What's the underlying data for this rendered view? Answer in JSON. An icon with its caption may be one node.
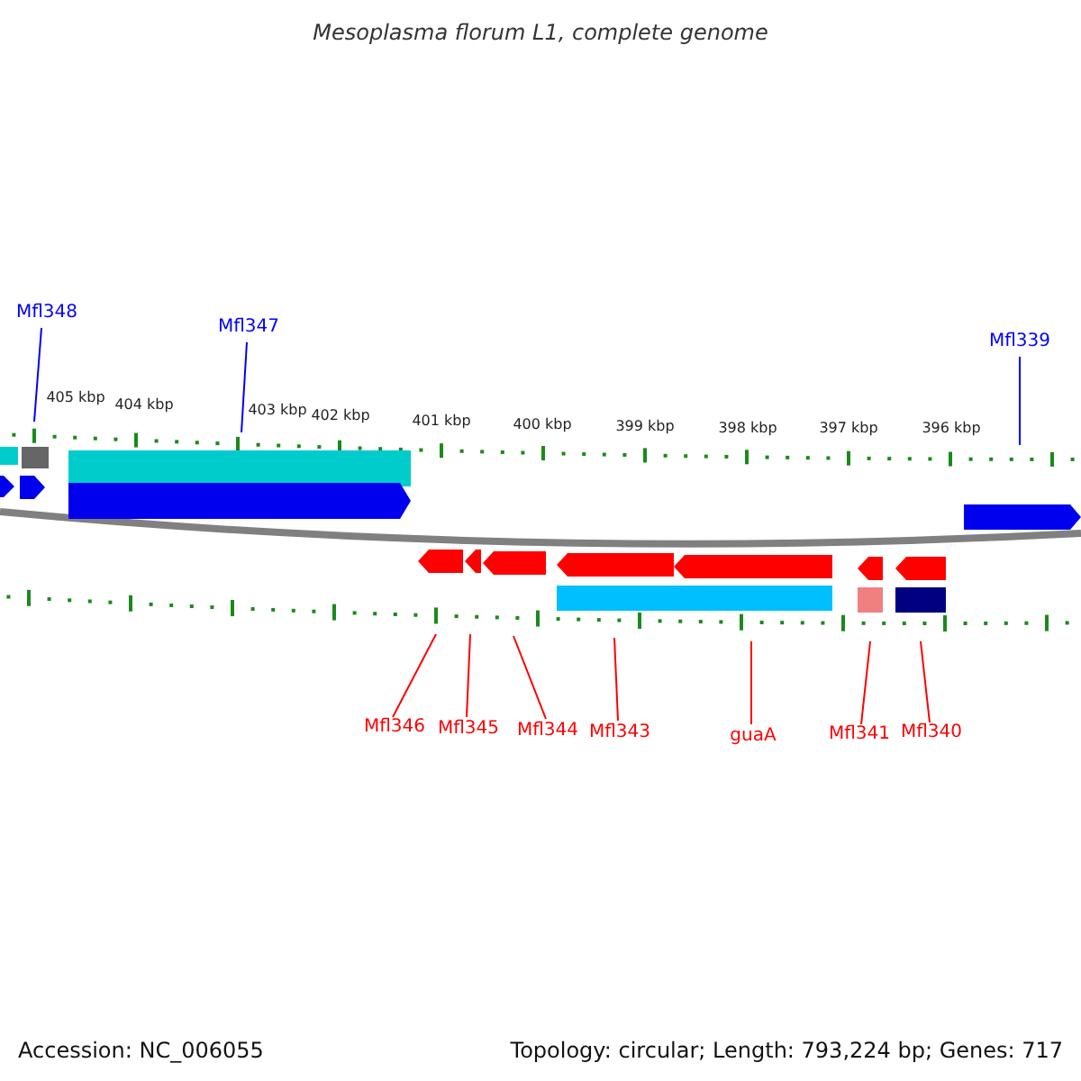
{
  "diagram": {
    "title": "Mesoplasma florum L1, complete genome",
    "nodes": [
      {
        "text": [
          "Mfl348"
        ]
      },
      {
        "text": [
          "Mfl347"
        ]
      },
      {
        "text": [
          "Mfl339"
        ]
      },
      {
        "text": [
          "Mfl346"
        ]
      },
      {
        "text": [
          "Mfl345"
        ]
      },
      {
        "text": [
          "Mfl344"
        ]
      },
      {
        "text": [
          "Mfl343"
        ]
      },
      {
        "text": [
          "guaA"
        ]
      },
      {
        "text": [
          "Mfl341"
        ]
      },
      {
        "text": [
          "Mfl340"
        ]
      }
    ],
    "edges": [
      {
        "from": 0,
        "to": null,
        "arrow": "none",
        "color": "#0000ff"
      },
      {
        "from": 1,
        "to": null,
        "arrow": "none",
        "color": "#0000ff"
      },
      {
        "from": 2,
        "to": null,
        "arrow": "none",
        "color": "#0000ff"
      },
      {
        "from": 3,
        "to": null,
        "arrow": "none"
      },
      {
        "from": 4,
        "to": null,
        "arrow": "none"
      },
      {
        "from": 5,
        "to": null,
        "arrow": "none"
      },
      {
        "from": 6,
        "to": null,
        "arrow": "none"
      },
      {
        "from": 7,
        "to": null,
        "arrow": "none"
      },
      {
        "from": 8,
        "to": null,
        "arrow": "none"
      },
      {
        "from": 9,
        "to": null,
        "arrow": "none"
      }
    ],
    "labels": [
      "405 kbp",
      "404 kbp",
      "403 kbp",
      "402 kbp",
      "401 kbp",
      "400 kbp",
      "399 kbp",
      "398 kbp",
      "397 kbp",
      "396 kbp",
      "Accession: NC_006055",
      "Topology: circular; Length: 793,224 bp; Genes: 717"
    ]
  }
}
